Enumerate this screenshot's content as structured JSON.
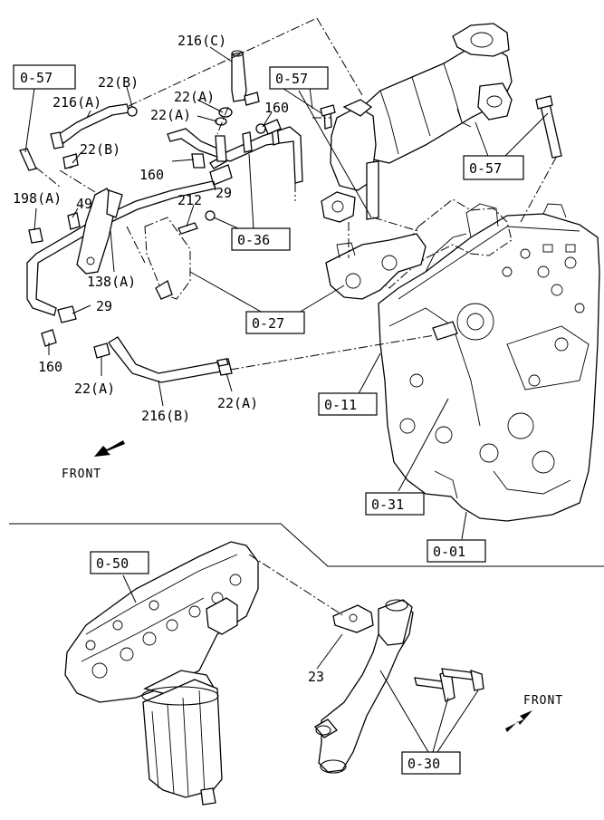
{
  "diagram": {
    "references": {
      "ref_057_a": "0-57",
      "ref_057_b": "0-57",
      "ref_057_c": "0-57",
      "ref_036": "0-36",
      "ref_027": "0-27",
      "ref_011": "0-11",
      "ref_031": "0-31",
      "ref_001": "0-01",
      "ref_050": "0-50",
      "ref_030": "0-30"
    },
    "callouts": {
      "c216c": "216(C)",
      "c22b_top": "22(B)",
      "c216a": "216(A)",
      "c22a_top": "22(A)",
      "c22a_mid": "22(A)",
      "c160_top": "160",
      "c22b_mid": "22(B)",
      "c160_mid": "160",
      "c198a": "198(A)",
      "c49": "49",
      "c212": "212",
      "c29_top": "29",
      "c138a": "138(A)",
      "c29_low": "29",
      "c160_low": "160",
      "c22a_low": "22(A)",
      "c216b": "216(B)",
      "c22a_right": "22(A)",
      "c23": "23"
    },
    "front_labels": {
      "top": "FRONT",
      "bottom": "FRONT"
    },
    "icons": {
      "front_arrow_top": "arrow-down-left-icon",
      "front_arrow_bottom": "arrow-up-right-icon"
    }
  }
}
